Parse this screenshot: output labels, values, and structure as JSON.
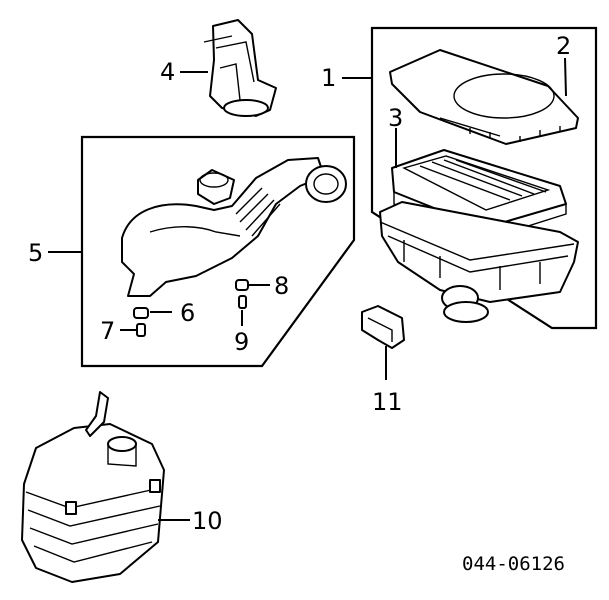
{
  "callouts": {
    "c1": "1",
    "c2": "2",
    "c3": "3",
    "c4": "4",
    "c5": "5",
    "c6": "6",
    "c7": "7",
    "c8": "8",
    "c9": "9",
    "c10": "10",
    "c11": "11"
  },
  "diagram_code": "044-06126"
}
